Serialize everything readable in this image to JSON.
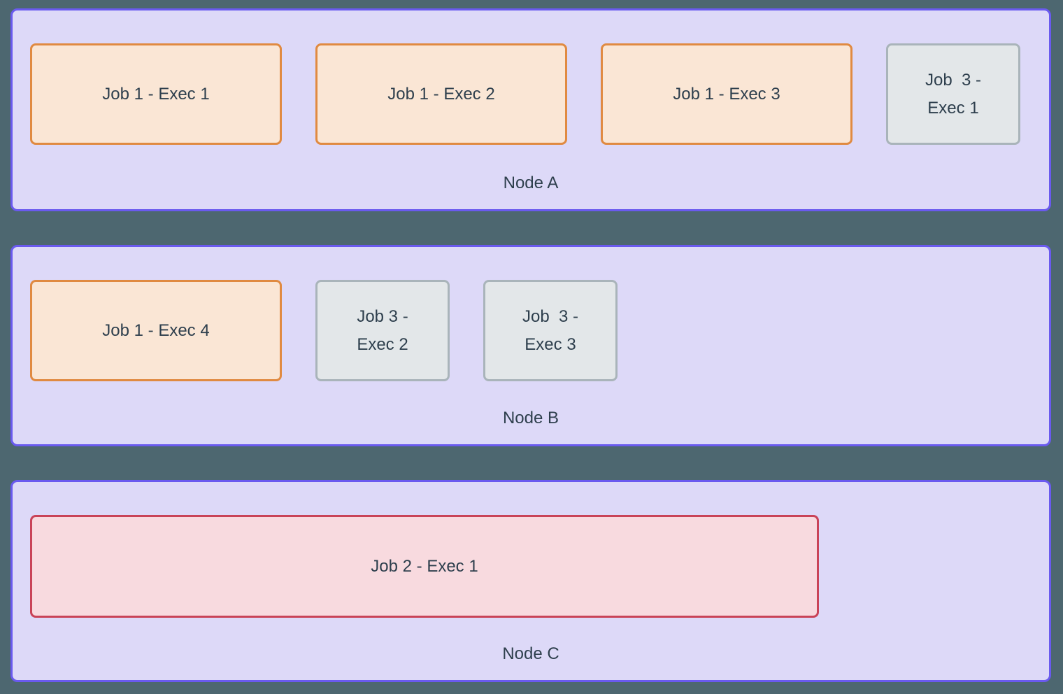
{
  "diagram": {
    "type": "cluster-diagram",
    "description": "Three scheduler nodes showing job executor placement",
    "colors": {
      "page_background": "#4D6770",
      "node_fill": "#DDD9F8",
      "node_border": "#6A5AEF",
      "job1_fill": "#FAE6D5",
      "job1_border": "#E08A41",
      "job2_fill": "#F8DADF",
      "job2_border": "#C94358",
      "job3_fill": "#E3E7E9",
      "job3_border": "#A9B4BA",
      "text": "#2E3F4D"
    },
    "nodes": [
      {
        "label": "Node A",
        "executors": [
          {
            "text": "Job 1 - Exec 1",
            "job": "job1"
          },
          {
            "text": "Job 1 - Exec 2",
            "job": "job1"
          },
          {
            "text": "Job 1 - Exec 3",
            "job": "job1"
          },
          {
            "text": "Job  3 -\nExec 1",
            "job": "job3"
          }
        ]
      },
      {
        "label": "Node B",
        "executors": [
          {
            "text": "Job 1 - Exec 4",
            "job": "job1"
          },
          {
            "text": "Job 3 -\nExec 2",
            "job": "job3"
          },
          {
            "text": "Job  3 -\nExec 3",
            "job": "job3"
          }
        ]
      },
      {
        "label": "Node C",
        "executors": [
          {
            "text": "Job 2 - Exec 1",
            "job": "job2"
          }
        ]
      }
    ]
  }
}
